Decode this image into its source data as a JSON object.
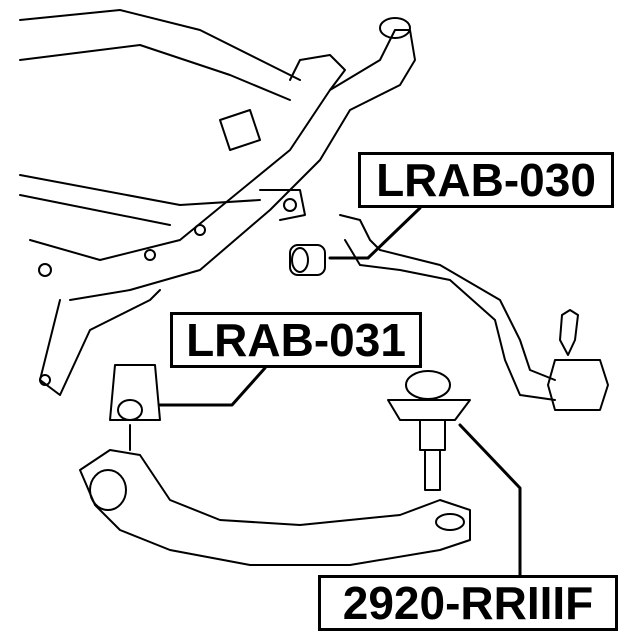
{
  "parts": [
    {
      "id": "LRAB-030",
      "label": "LRAB-030"
    },
    {
      "id": "LRAB-031",
      "label": "LRAB-031"
    },
    {
      "id": "2920-RRIIIF",
      "label": "2920-RRIIIF"
    }
  ]
}
